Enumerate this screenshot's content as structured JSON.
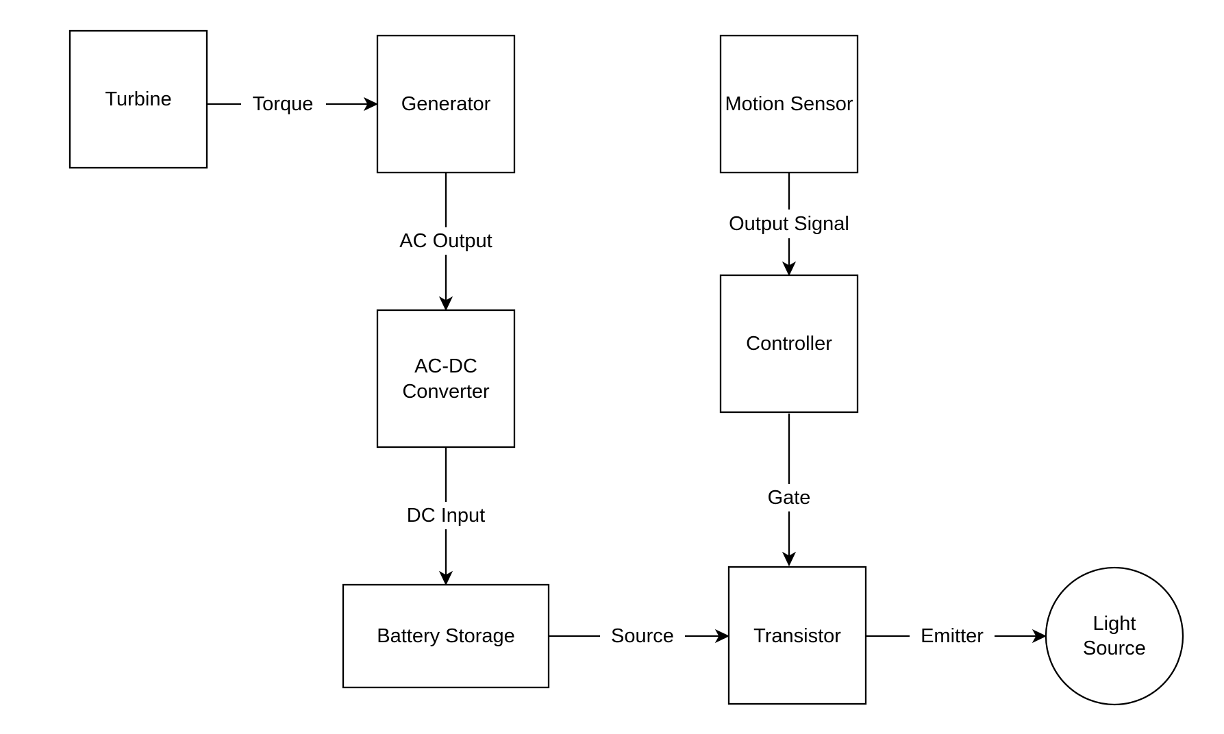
{
  "diagram": {
    "nodes": {
      "turbine": {
        "lines": [
          "Turbine"
        ]
      },
      "generator": {
        "lines": [
          "Generator"
        ]
      },
      "motion_sensor": {
        "lines": [
          "Motion Sensor"
        ]
      },
      "ac_dc_converter": {
        "lines": [
          "AC-DC",
          "Converter"
        ]
      },
      "controller": {
        "lines": [
          "Controller"
        ]
      },
      "battery_storage": {
        "lines": [
          "Battery Storage"
        ]
      },
      "transistor": {
        "lines": [
          "Transistor"
        ]
      },
      "light_source": {
        "lines": [
          "Light",
          "Source"
        ]
      }
    },
    "edges": {
      "turbine_generator": {
        "from": "Turbine",
        "to": "Generator",
        "label": "Torque"
      },
      "generator_converter": {
        "from": "Generator",
        "to": "AC-DC Converter",
        "label": "AC Output"
      },
      "converter_battery": {
        "from": "AC-DC Converter",
        "to": "Battery Storage",
        "label": "DC Input"
      },
      "sensor_controller": {
        "from": "Motion Sensor",
        "to": "Controller",
        "label": "Output Signal"
      },
      "controller_transistor": {
        "from": "Controller",
        "to": "Transistor",
        "label": "Gate"
      },
      "battery_transistor": {
        "from": "Battery Storage",
        "to": "Transistor",
        "label": "Source"
      },
      "transistor_light": {
        "from": "Transistor",
        "to": "Light Source",
        "label": "Emitter"
      }
    }
  }
}
